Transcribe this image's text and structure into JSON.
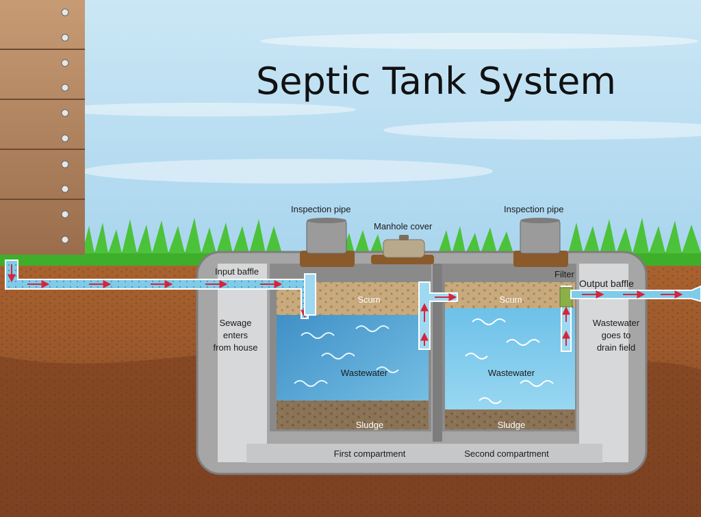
{
  "title": "Septic Tank System",
  "labels": {
    "inspection_pipe_left": "Inspection pipe",
    "inspection_pipe_right": "Inspection pipe",
    "manhole_cover": "Manhole cover",
    "input_baffle": "Input baffle",
    "filter": "Filter",
    "output_baffle": "Output baffle",
    "sewage_line1": "Sewage",
    "sewage_line2": "enters",
    "sewage_line3": "from house",
    "wastewater_out_line1": "Wastewater",
    "wastewater_out_line2": "goes to",
    "wastewater_out_line3": "drain field",
    "scum_left": "Scum",
    "scum_right": "Scum",
    "wastewater_left": "Wastewater",
    "wastewater_right": "Wastewater",
    "sludge_left": "Sludge",
    "sludge_right": "Sludge",
    "first_compartment": "First compartment",
    "second_compartment": "Second compartment"
  },
  "colors": {
    "sky": "#bfe0f1",
    "soil_dark": "#8a4c2a",
    "soil_light": "#a9622f",
    "grass": "#3fae2a",
    "tank_concrete": "#a6a6a6",
    "tank_inner": "#cfd0d1",
    "water_first": "#5fb3dd",
    "water_second": "#7cc9ea",
    "scum": "#c9aa7c",
    "sludge": "#8b7356",
    "pipe": "#7fcbea",
    "arrow": "#d6243b",
    "wood": "#b98b67"
  }
}
